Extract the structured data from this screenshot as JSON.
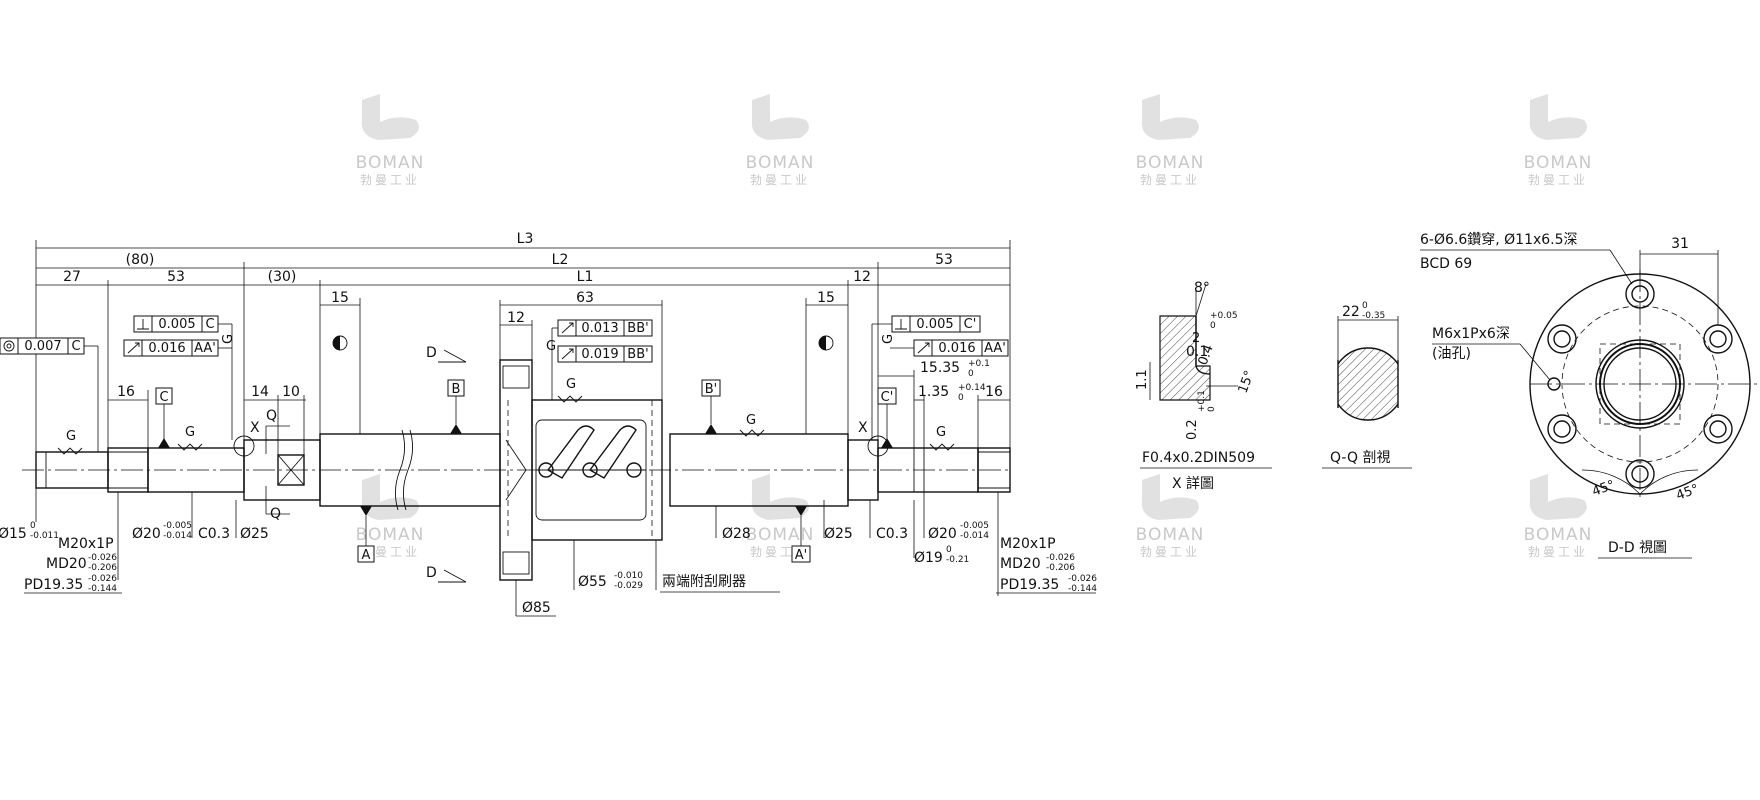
{
  "watermark": {
    "brand": "BOMAN",
    "sub": "勃曼工业",
    "icon": "boman-logo-icon"
  },
  "main_view": {
    "dims_top": {
      "L3": "L3",
      "L2": "L2",
      "L1": "L1",
      "d80": "(80)",
      "d30": "(30)",
      "d27": "27",
      "d53_left": "53",
      "d53_right": "53",
      "d12_right": "12",
      "d15_left": "15",
      "d15_right": "15",
      "d63": "63",
      "d12_nut": "12",
      "d16_left": "16",
      "d14": "14",
      "d10": "10",
      "d16_right": "16",
      "d15_35": "15.35",
      "d15_35_tol_upper": "+0.1",
      "d15_35_tol_lower": "0",
      "d1_35": "1.35",
      "d1_35_tol_upper": "+0.14",
      "d1_35_tol_lower": "0"
    },
    "fcf": {
      "left_perp_value": "0.005",
      "left_perp_datum": "C",
      "left_runout_value": "0.016",
      "left_runout_datum": "AA'",
      "left_conc_value": "0.007",
      "left_conc_datum": "C",
      "nut_runout1_value": "0.013",
      "nut_runout1_datum": "BB'",
      "nut_runout2_value": "0.019",
      "nut_runout2_datum": "BB'",
      "right_perp_value": "0.005",
      "right_perp_datum": "C'",
      "right_runout_value": "0.016",
      "right_runout_datum": "AA'"
    },
    "datums": {
      "A": "A",
      "A_prime": "A'",
      "B": "B",
      "B_prime": "B'",
      "C": "C",
      "C_prime": "C'",
      "D": "D"
    },
    "labels": {
      "G": "G",
      "X": "X",
      "Q": "Q"
    },
    "dims_bottom": {
      "d15": "Ø15",
      "d15_tol_upper": "0",
      "d15_tol_lower": "-0.011",
      "m20_left": "M20x1P",
      "md20_left": "MD20",
      "md20_left_upper": "-0.026",
      "md20_left_lower": "-0.206",
      "pd_left": "PD19.35",
      "pd_left_upper": "-0.026",
      "pd_left_lower": "-0.144",
      "d20_left": "Ø20",
      "d20_left_upper": "-0.005",
      "d20_left_lower": "-0.014",
      "c03_left": "C0.3",
      "d25_left": "Ø25",
      "d28": "Ø28",
      "d25_right": "Ø25",
      "c03_right": "C0.3",
      "d20_right": "Ø20",
      "d20_right_upper": "-0.005",
      "d20_right_lower": "-0.014",
      "d19": "Ø19",
      "d19_upper": "0",
      "d19_lower": "-0.21",
      "m20_right": "M20x1P",
      "md20_right": "MD20",
      "md20_right_upper": "-0.026",
      "md20_right_lower": "-0.206",
      "pd_right": "PD19.35",
      "pd_right_upper": "-0.026",
      "pd_right_lower": "-0.144",
      "d55": "Ø55",
      "d55_upper": "-0.010",
      "d55_lower": "-0.029",
      "d85": "Ø85",
      "wiper_note": "兩端附刮刷器"
    }
  },
  "detail_x": {
    "angle": "8°",
    "d01": "0.1",
    "d01_upper": "+0.05",
    "d01_lower": "0",
    "d2": "2",
    "d04": "0.4",
    "d11": "1.1",
    "d02": "0.2",
    "d02_upper": "+0.1",
    "d02_lower": "0",
    "angle15": "15°",
    "spec": "F0.4x0.2DIN509",
    "title": "X 詳圖"
  },
  "section_qq": {
    "width": "22",
    "width_upper": "0",
    "width_lower": "-0.35",
    "title": "Q-Q 剖視"
  },
  "view_dd": {
    "holes_note": "6-Ø6.6鑽穿, Ø11x6.5深",
    "bcd": "BCD 69",
    "d31": "31",
    "oil_note": "M6x1Px6深",
    "oil_note2": "(油孔)",
    "angle1": "45°",
    "angle2": "45°",
    "title": "D-D 視圖"
  }
}
